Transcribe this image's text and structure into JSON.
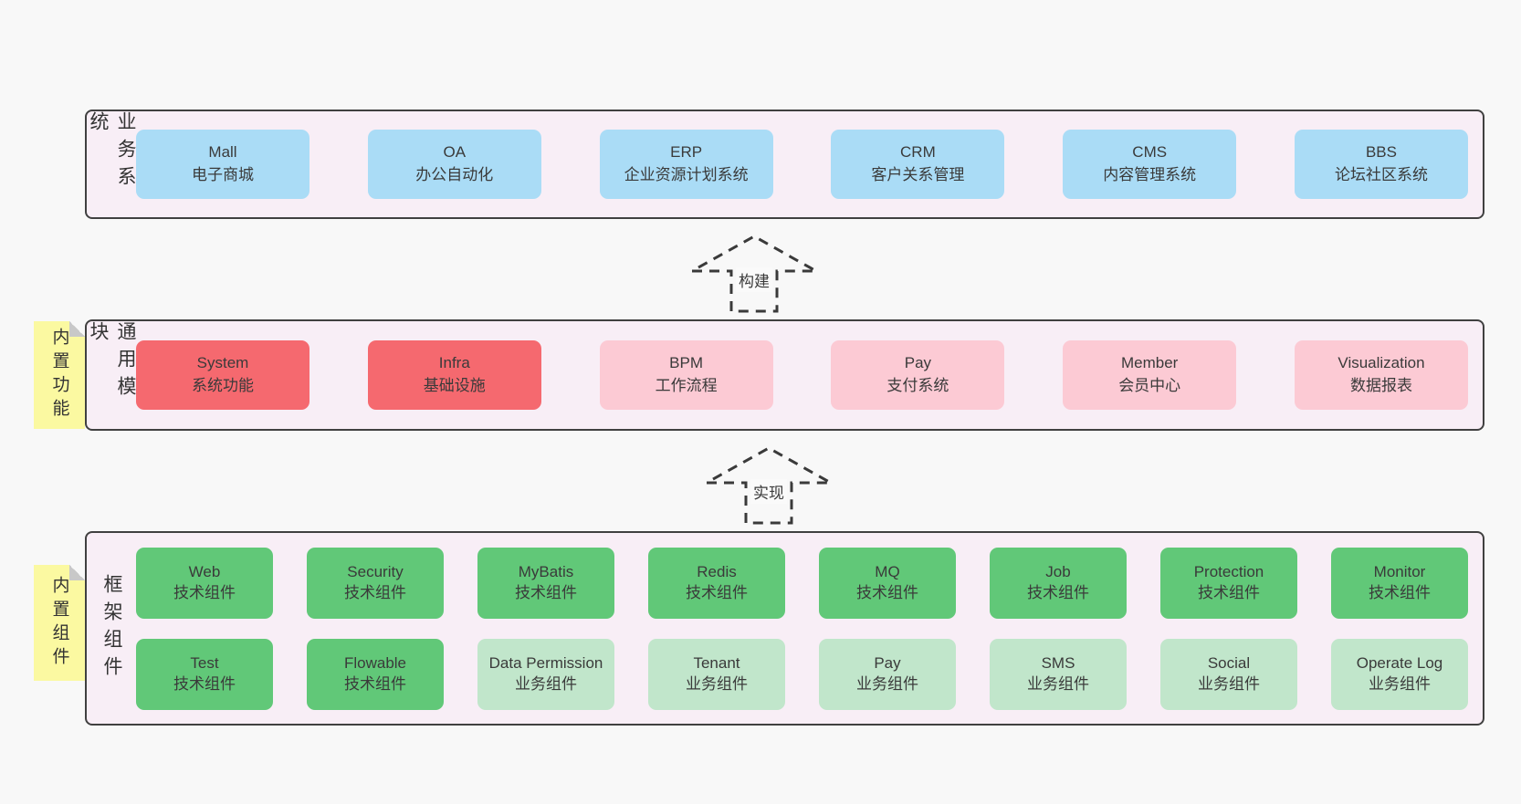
{
  "colors": {
    "page_bg": "#f8f8f8",
    "panel_bg": "#f8eef6",
    "panel_border": "#404040",
    "blue_box": "#aadcf6",
    "red_box": "#f5696f",
    "pink_box": "#fccad4",
    "green_tech_box": "#61c878",
    "green_biz_box": "#c1e6cb",
    "note_yellow": "#fbf9a1",
    "note_fold_gray": "#c8c8c8",
    "text": "#3a3a3a"
  },
  "arrows": {
    "build": "构建",
    "implement": "实现"
  },
  "sections": {
    "business": {
      "label": "业务系统",
      "boxes": [
        {
          "title": "Mall",
          "subtitle": "电子商城",
          "variant": "blue"
        },
        {
          "title": "OA",
          "subtitle": "办公自动化",
          "variant": "blue"
        },
        {
          "title": "ERP",
          "subtitle": "企业资源计划系统",
          "variant": "blue"
        },
        {
          "title": "CRM",
          "subtitle": "客户关系管理",
          "variant": "blue"
        },
        {
          "title": "CMS",
          "subtitle": "内容管理系统",
          "variant": "blue"
        },
        {
          "title": "BBS",
          "subtitle": "论坛社区系统",
          "variant": "blue"
        }
      ]
    },
    "modules": {
      "label": "通用模块",
      "note": "内置功能",
      "boxes": [
        {
          "title": "System",
          "subtitle": "系统功能",
          "variant": "red"
        },
        {
          "title": "Infra",
          "subtitle": "基础设施",
          "variant": "red"
        },
        {
          "title": "BPM",
          "subtitle": "工作流程",
          "variant": "pink"
        },
        {
          "title": "Pay",
          "subtitle": "支付系统",
          "variant": "pink"
        },
        {
          "title": "Member",
          "subtitle": "会员中心",
          "variant": "pink"
        },
        {
          "title": "Visualization",
          "subtitle": "数据报表",
          "variant": "pink"
        }
      ]
    },
    "framework": {
      "label": "框架组件",
      "note": "内置组件",
      "rows": [
        {
          "boxes": [
            {
              "title": "Web",
              "subtitle": "技术组件",
              "variant": "tech"
            },
            {
              "title": "Security",
              "subtitle": "技术组件",
              "variant": "tech"
            },
            {
              "title": "MyBatis",
              "subtitle": "技术组件",
              "variant": "tech"
            },
            {
              "title": "Redis",
              "subtitle": "技术组件",
              "variant": "tech"
            },
            {
              "title": "MQ",
              "subtitle": "技术组件",
              "variant": "tech"
            },
            {
              "title": "Job",
              "subtitle": "技术组件",
              "variant": "tech"
            },
            {
              "title": "Protection",
              "subtitle": "技术组件",
              "variant": "tech"
            },
            {
              "title": "Monitor",
              "subtitle": "技术组件",
              "variant": "tech"
            }
          ]
        },
        {
          "boxes": [
            {
              "title": "Test",
              "subtitle": "技术组件",
              "variant": "tech"
            },
            {
              "title": "Flowable",
              "subtitle": "技术组件",
              "variant": "tech"
            },
            {
              "title": "Data Permission",
              "subtitle": "业务组件",
              "variant": "biz"
            },
            {
              "title": "Tenant",
              "subtitle": "业务组件",
              "variant": "biz"
            },
            {
              "title": "Pay",
              "subtitle": "业务组件",
              "variant": "biz"
            },
            {
              "title": "SMS",
              "subtitle": "业务组件",
              "variant": "biz"
            },
            {
              "title": "Social",
              "subtitle": "业务组件",
              "variant": "biz"
            },
            {
              "title": "Operate Log",
              "subtitle": "业务组件",
              "variant": "biz"
            }
          ]
        }
      ]
    }
  }
}
